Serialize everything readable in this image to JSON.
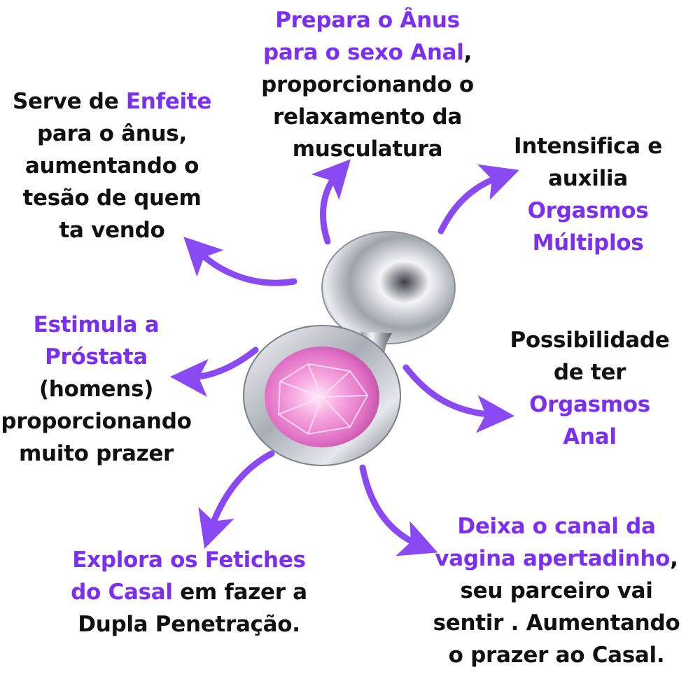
{
  "colors": {
    "accent": "#7b2ff0",
    "text": "#111111",
    "gem": "#f08ad0",
    "metal": "#c9cdd4"
  },
  "benefits": {
    "top": {
      "l1": "Prepara o Ânus",
      "l2_hl": "para o sexo Anal",
      "l2_tail": ",",
      "l3": "proporcionando o",
      "l4": "relaxamento da",
      "l5": "musculatura"
    },
    "top_left": {
      "l1_pre": "Serve de ",
      "l1_hl": "Enfeite",
      "l2": "para o ânus,",
      "l3": "aumentando o",
      "l4": "tesão de quem",
      "l5": "ta vendo"
    },
    "top_right": {
      "l1": "Intensifica e",
      "l2": "auxilia",
      "l3_hl": "Orgasmos",
      "l4_hl": "Múltiplos"
    },
    "left": {
      "l1_hl": "Estimula a",
      "l2_hl": "Próstata",
      "l3": "(homens)",
      "l4": "proporcionando",
      "l5": "muito prazer"
    },
    "right": {
      "l1": "Possibilidade",
      "l2": "de ter",
      "l3_hl": "Orgasmos",
      "l4_hl": "Anal"
    },
    "bottom_left": {
      "l1_hl": "Explora os Fetiches",
      "l2_hl": "do Casal",
      "l2_tail": " em fazer a",
      "l3": "Dupla Penetração."
    },
    "bottom_right": {
      "l1_hl": "Deixa o canal da",
      "l2_hl": "vagina apertadinho",
      "l2_tail": ",",
      "l3": "seu parceiro vai",
      "l4": "sentir . Aumentando",
      "l5": "o prazer ao Casal."
    }
  }
}
